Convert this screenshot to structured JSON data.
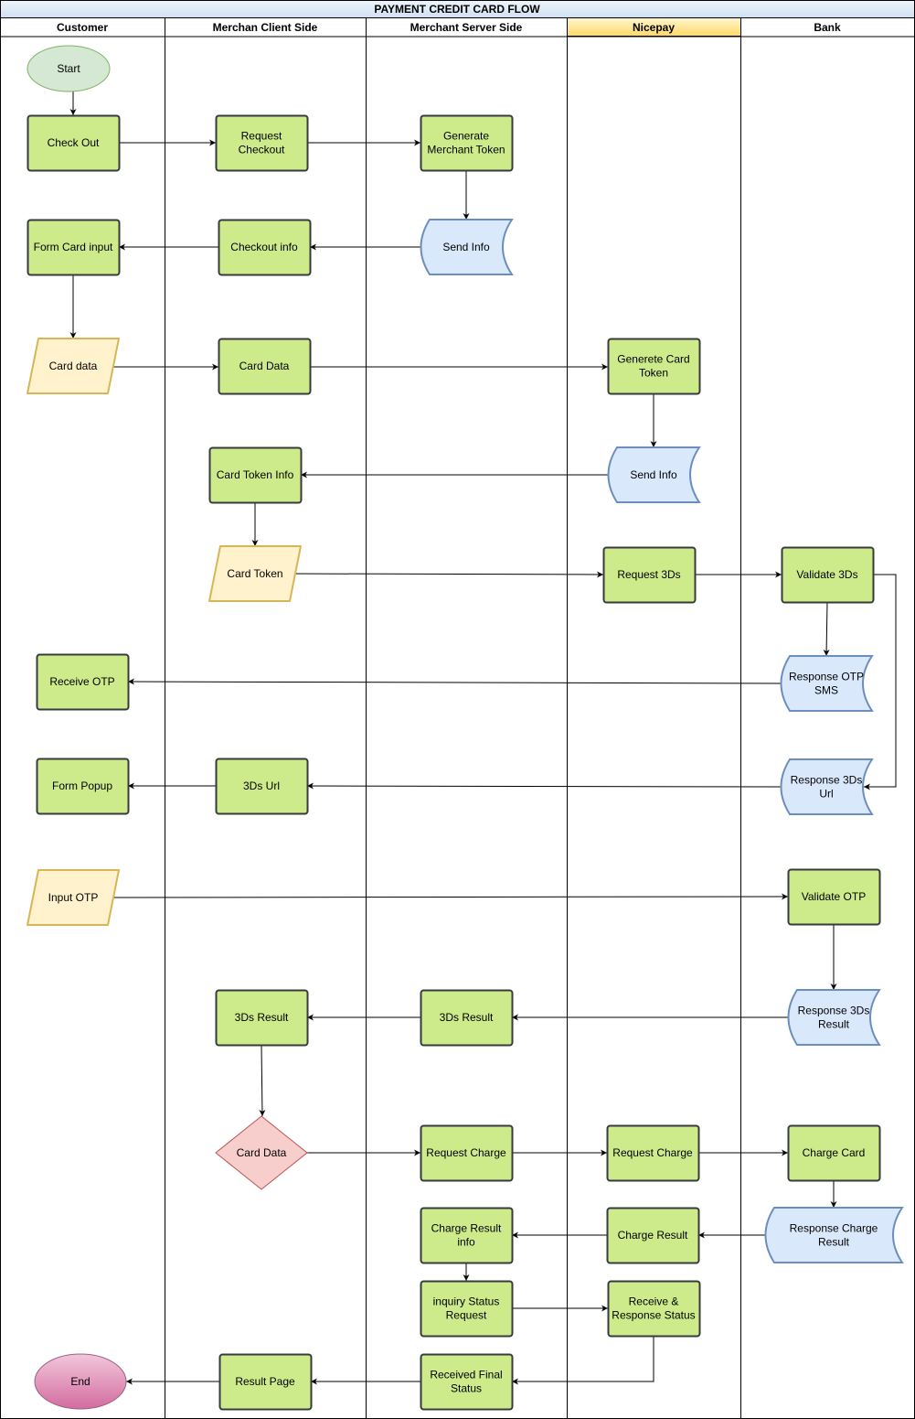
{
  "title": "PAYMENT CREDIT CARD FLOW",
  "lanes": {
    "customer": "Customer",
    "client": "Merchan Client Side",
    "server": "Merchant Server Side",
    "nicepay": "Nicepay",
    "bank": "Bank"
  },
  "nodes": {
    "start": [
      "Start"
    ],
    "check_out": [
      "Check Out"
    ],
    "request_checkout": [
      "Request",
      "Checkout"
    ],
    "generate_merchant_token": [
      "Generate",
      "Merchant Token"
    ],
    "send_info_server": [
      "Send Info"
    ],
    "checkout_info": [
      "Checkout info"
    ],
    "form_card_input": [
      "Form Card input"
    ],
    "card_data_input": [
      "Card data"
    ],
    "card_data_client": [
      "Card Data"
    ],
    "generate_card_token": [
      "Generete Card",
      "Token"
    ],
    "send_info_nicepay": [
      "Send Info"
    ],
    "card_token_info": [
      "Card Token Info"
    ],
    "card_token": [
      "Card Token"
    ],
    "request_3ds": [
      "Request 3Ds"
    ],
    "validate_3ds": [
      "Validate 3Ds"
    ],
    "response_otp_sms": [
      "Response OTP",
      "SMS"
    ],
    "receive_otp": [
      "Receive OTP"
    ],
    "response_3ds_url": [
      "Response 3Ds",
      "Url"
    ],
    "url_3ds": [
      "3Ds Url"
    ],
    "form_popup": [
      "Form Popup"
    ],
    "input_otp": [
      "Input OTP"
    ],
    "validate_otp": [
      "Validate OTP"
    ],
    "response_3ds_result": [
      "Response 3Ds",
      "Result"
    ],
    "result_3ds_server": [
      "3Ds Result"
    ],
    "result_3ds_client": [
      "3Ds Result"
    ],
    "card_data_decision": [
      "Card Data"
    ],
    "request_charge_server": [
      "Request Charge"
    ],
    "request_charge_nicepay": [
      "Request Charge"
    ],
    "charge_card": [
      "Charge Card"
    ],
    "response_charge_result": [
      "Response Charge",
      "Result"
    ],
    "charge_result": [
      "Charge Result"
    ],
    "charge_result_info": [
      "Charge Result",
      "info"
    ],
    "inquiry_status_request": [
      "inquiry Status",
      "Request"
    ],
    "receive_response_status": [
      "Receive &",
      "Response Status"
    ],
    "received_final_status": [
      "Received Final",
      "Status"
    ],
    "result_page": [
      "Result Page"
    ],
    "end": [
      "End"
    ]
  },
  "colors": {
    "process_fill": "#cdeb8b",
    "process_stroke": "#36393d",
    "data_fill": "#fff2cc",
    "data_stroke": "#d6b656",
    "document_fill": "#dae8fc",
    "document_stroke": "#6c8ebf",
    "start_fill": "#d5e8d4",
    "start_stroke": "#82b366",
    "end_fill": "#e6a0c4",
    "decision_fill": "#f8cecc",
    "decision_stroke": "#b85450",
    "highlight_header": "#fff2cc"
  }
}
